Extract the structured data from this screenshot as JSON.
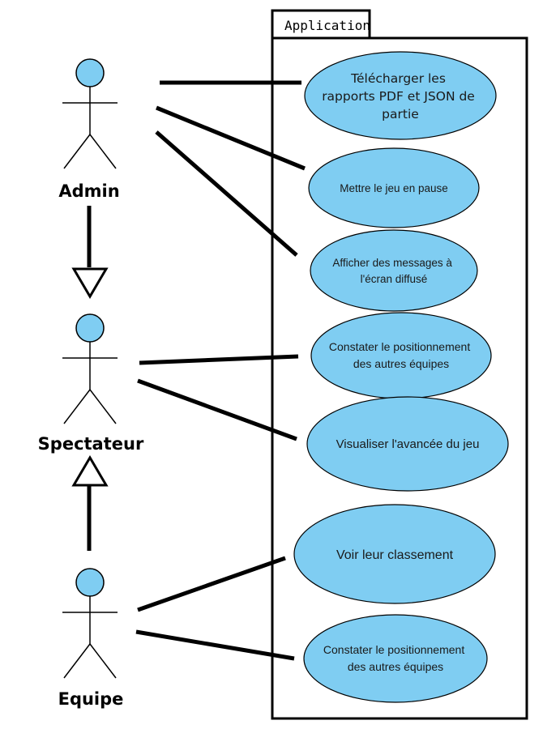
{
  "system": {
    "name": "Application"
  },
  "actors": [
    {
      "id": "admin",
      "label": "Admin"
    },
    {
      "id": "spectateur",
      "label": "Spectateur"
    },
    {
      "id": "equipe",
      "label": "Equipe"
    }
  ],
  "use_cases": [
    {
      "id": "uc1",
      "lines": [
        "Télécharger les",
        "rapports PDF et JSON de",
        "partie"
      ]
    },
    {
      "id": "uc2",
      "lines": [
        "Mettre le jeu en pause"
      ]
    },
    {
      "id": "uc3",
      "lines": [
        "Afficher des messages à",
        "l'écran diffusé"
      ]
    },
    {
      "id": "uc4",
      "lines": [
        "Constater le positionnement",
        "des autres équipes"
      ]
    },
    {
      "id": "uc5",
      "lines": [
        "Visualiser l'avancée du jeu"
      ]
    },
    {
      "id": "uc6",
      "lines": [
        "Voir leur classement"
      ]
    },
    {
      "id": "uc7",
      "lines": [
        "Constater le positionnement",
        "des autres équipes"
      ]
    }
  ],
  "associations": [
    {
      "actor": "admin",
      "use_case": "uc1"
    },
    {
      "actor": "admin",
      "use_case": "uc2"
    },
    {
      "actor": "admin",
      "use_case": "uc3"
    },
    {
      "actor": "spectateur",
      "use_case": "uc4"
    },
    {
      "actor": "spectateur",
      "use_case": "uc5"
    },
    {
      "actor": "equipe",
      "use_case": "uc6"
    },
    {
      "actor": "equipe",
      "use_case": "uc7"
    }
  ],
  "generalizations": [
    {
      "child": "admin",
      "parent": "spectateur"
    },
    {
      "child": "equipe",
      "parent": "spectateur"
    }
  ],
  "colors": {
    "use_case_fill": "#7fcdf2",
    "actor_head_fill": "#7fcdf2",
    "stroke": "#000000"
  }
}
